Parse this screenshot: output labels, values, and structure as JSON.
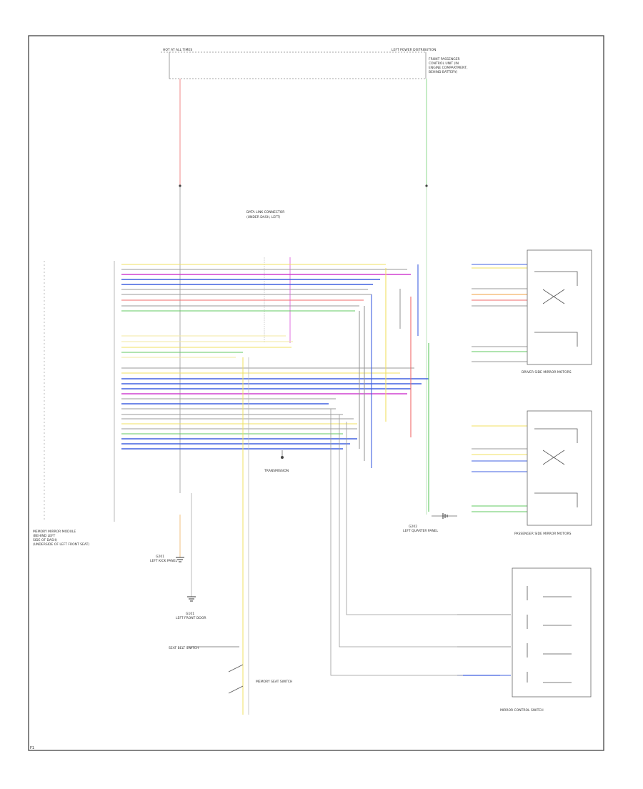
{
  "diagram": {
    "corner_mark": "F1",
    "ground_labels": [
      "G101",
      "G201",
      "G202"
    ],
    "connector_labels": {
      "top_left": "HOT AT ALL TIMES",
      "top_right": "LEFT POWER DISTRIBUTION",
      "top_right_sub": [
        "FRONT PASSENGER",
        "CONTROL UNIT (IN",
        "ENGINE COMPARTMENT,",
        "BEHIND BATTERY)"
      ],
      "data_link": "DATA LINK CONNECTOR",
      "data_link_sub": [
        "(UNDER DASH, LEFT)"
      ],
      "left_module": "MEMORY MIRROR MODULE",
      "left_module_sub": [
        "(BEHIND LEFT",
        "SIDE OF DASH)",
        "(UNDERSIDE OF LEFT FRONT SEAT)"
      ],
      "driver_mirror": "DRIVER SIDE MIRROR MOTORS",
      "pass_mirror": "PASSENGER SIDE MIRROR MOTORS",
      "switch": "MIRROR CONTROL SWITCH",
      "transmission": "TRANSMISSION",
      "left_door": "LEFT FRONT DOOR",
      "g201_label": "LEFT KICK PANEL",
      "g202_label": "LEFT QUARTER PANEL",
      "seat_sw": "SEAT BELT SWITCH",
      "mem_sw": "MEMORY SEAT SWITCH"
    }
  }
}
